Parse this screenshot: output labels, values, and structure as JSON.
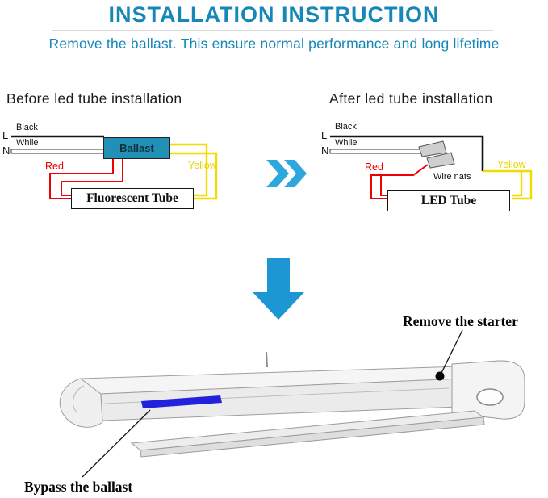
{
  "header": {
    "title": "INSTALLATION INSTRUCTION",
    "subtitle": "Remove the ballast. This ensure normal performance and long lifetime"
  },
  "before": {
    "heading": "Before led tube installation",
    "line_l": "L",
    "line_n": "N",
    "wire_black": "Black",
    "wire_white": "While",
    "wire_red": "Red",
    "wire_yellow": "Yellow",
    "ballast_label": "Ballast",
    "tube_label": "Fluorescent Tube"
  },
  "after": {
    "heading": "After led tube installation",
    "line_l": "L",
    "line_n": "N",
    "wire_black": "Black",
    "wire_white": "While",
    "wire_red": "Red",
    "wire_yellow": "Yellow",
    "wire_nuts_label": "Wire nats",
    "tube_label": "LED Tube"
  },
  "fixture": {
    "remove_starter": "Remove the starter",
    "bypass_ballast": "Bypass the ballast"
  },
  "colors": {
    "accent_teal": "#1787b8",
    "ballast_fill": "#2090b4",
    "wire_red": "#f00000",
    "wire_yellow": "#f0dc00",
    "chevron_blue": "#2ea6de",
    "arrow_blue": "#1d97d4",
    "bypass_blue": "#2222dd"
  }
}
